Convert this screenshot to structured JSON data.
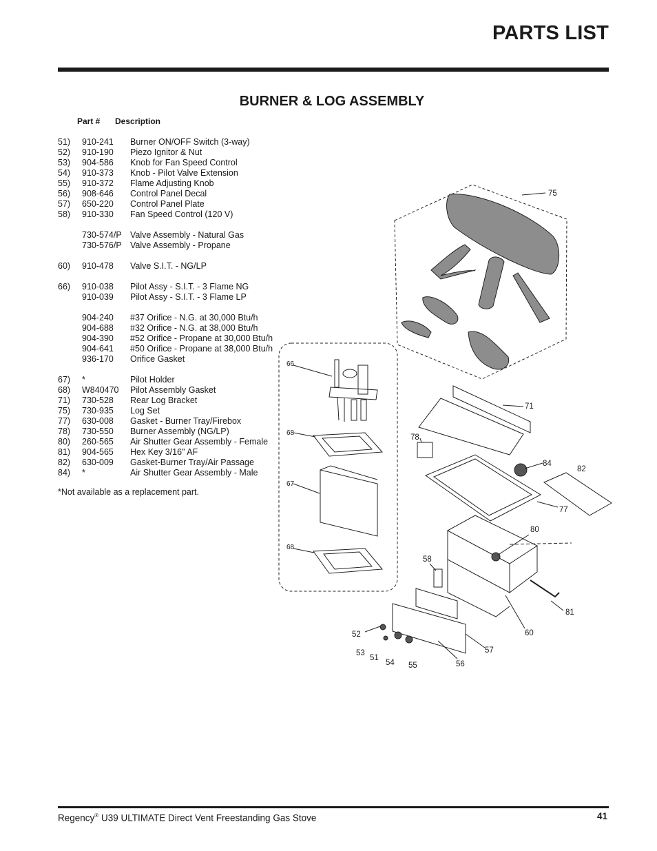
{
  "header": {
    "title": "PARTS LIST"
  },
  "section": {
    "title": "BURNER & LOG ASSEMBLY",
    "col_part": "Part #",
    "col_desc": "Description"
  },
  "parts": [
    {
      "num": "51)",
      "part": "910-241",
      "desc": "Burner ON/OFF Switch (3-way)"
    },
    {
      "num": "52)",
      "part": "910-190",
      "desc": "Piezo Ignitor & Nut"
    },
    {
      "num": "53)",
      "part": "904-586",
      "desc": "Knob for Fan Speed Control"
    },
    {
      "num": "54)",
      "part": "910-373",
      "desc": "Knob - Pilot Valve Extension"
    },
    {
      "num": "55)",
      "part": "910-372",
      "desc": "Flame Adjusting Knob"
    },
    {
      "num": "56)",
      "part": "908-646",
      "desc": "Control Panel Decal"
    },
    {
      "num": "57)",
      "part": "650-220",
      "desc": "Control Panel Plate"
    },
    {
      "num": "58)",
      "part": "910-330",
      "desc": "Fan Speed Control (120 V)"
    },
    {
      "blank": true
    },
    {
      "num": "",
      "part": "730-574/P",
      "desc": "Valve Assembly - Natural Gas"
    },
    {
      "num": "",
      "part": "730-576/P",
      "desc": "Valve Assembly - Propane"
    },
    {
      "blank": true
    },
    {
      "num": "60)",
      "part": "910-478",
      "desc": "Valve S.I.T. - NG/LP"
    },
    {
      "blank": true
    },
    {
      "num": "66)",
      "part": "910-038",
      "desc": "Pilot Assy - S.I.T. -  3 Flame NG"
    },
    {
      "num": "",
      "part": "910-039",
      "desc": "Pilot Assy - S.I.T. - 3 Flame LP"
    },
    {
      "blank": true
    },
    {
      "num": "",
      "part": "904-240",
      "desc": "#37 Orifice - N.G. at 30,000 Btu/h"
    },
    {
      "num": "",
      "part": "904-688",
      "desc": "#32 Orifice - N.G. at 38,000 Btu/h"
    },
    {
      "num": "",
      "part": "904-390",
      "desc": "#52 Orifice - Propane at 30,000 Btu/h"
    },
    {
      "num": "",
      "part": "904-641",
      "desc": "#50 Orifice - Propane at 38,000 Btu/h"
    },
    {
      "num": "",
      "part": "936-170",
      "desc": "Orifice Gasket"
    },
    {
      "blank": true
    },
    {
      "num": "67)",
      "part": "*",
      "desc": "Pilot Holder"
    },
    {
      "num": "68)",
      "part": "W840470",
      "desc": "Pilot Assembly Gasket"
    },
    {
      "num": "71)",
      "part": "730-528",
      "desc": "Rear Log Bracket"
    },
    {
      "num": "75)",
      "part": "730-935",
      "desc": "Log Set"
    },
    {
      "num": "77)",
      "part": "630-008",
      "desc": "Gasket - Burner Tray/Firebox"
    },
    {
      "num": "78)",
      "part": "730-550",
      "desc": "Burner Assembly (NG/LP)"
    },
    {
      "num": "80)",
      "part": "260-565",
      "desc": "Air Shutter Gear Assembly - Female"
    },
    {
      "num": "81)",
      "part": "904-565",
      "desc": "Hex Key 3/16\" AF"
    },
    {
      "num": "82)",
      "part": "630-009",
      "desc": "Gasket-Burner Tray/Air Passage"
    },
    {
      "num": "84)",
      "part": "*",
      "desc": "Air Shutter Gear Assembly - Male"
    }
  ],
  "footnote": "*Not available as a replacement part.",
  "diagram": {
    "callouts": [
      "75",
      "71",
      "78",
      "84",
      "82",
      "77",
      "80",
      "58",
      "81",
      "60",
      "57",
      "56",
      "55",
      "54",
      "51",
      "53",
      "52"
    ],
    "inset_callouts": [
      "66",
      "68",
      "67",
      "68"
    ]
  },
  "footer": {
    "brand": "Regency",
    "reg_mark": "®",
    "product": "U39 ULTIMATE Direct Vent Freestanding Gas Stove",
    "page": "41"
  }
}
